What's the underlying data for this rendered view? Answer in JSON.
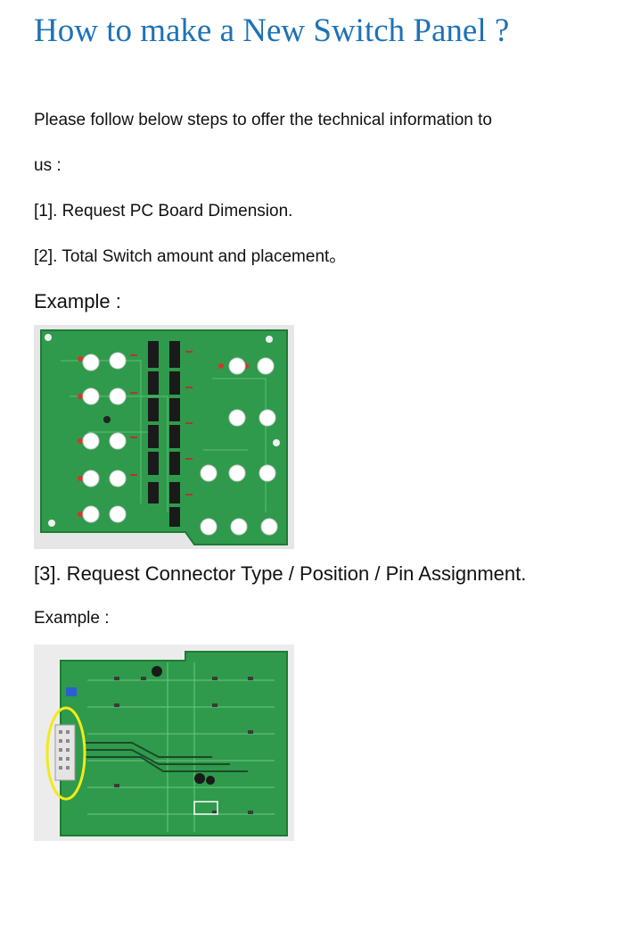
{
  "title": "How to make a New Switch Panel ?",
  "intro_line1": "Please follow below steps to offer the technical information to",
  "intro_line2": "us :",
  "step1": "[1]. Request PC Board Dimension.",
  "step2": "[2]. Total Switch amount and placement。",
  "example1_label": "Example :",
  "step3": "[3]. Request Connector Type / Position / Pin Assignment.",
  "example2_label": "Example :",
  "colors": {
    "title": "#1d72b8",
    "pcb_green": "#2f9a4c",
    "highlight_ring": "#f2ea1a"
  }
}
